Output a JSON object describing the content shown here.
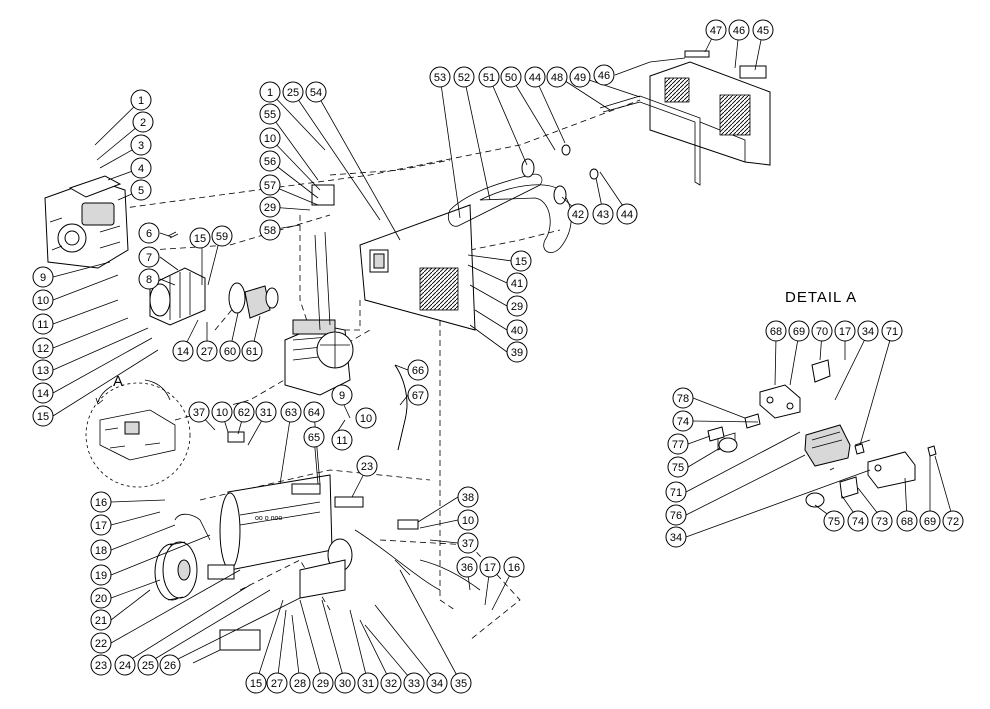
{
  "detail_title": "DETAIL  A",
  "detail_marker": "A",
  "labels": {
    "c1": "1",
    "c2": "2",
    "c3": "3",
    "c4": "4",
    "c5": "5",
    "c6": "6",
    "c7": "7",
    "c8": "8",
    "c9a": "9",
    "c10a": "10",
    "c11a": "11",
    "c12": "12",
    "c13": "13",
    "c14a": "14",
    "c15a": "15",
    "c15b": "15",
    "c59": "59",
    "c14b": "14",
    "c27a": "27",
    "c60": "60",
    "c61": "61",
    "c1b": "1",
    "c25a": "25",
    "c54": "54",
    "c55": "55",
    "c10b": "10",
    "c56": "56",
    "c57": "57",
    "c29a": "29",
    "c58": "58",
    "c53": "53",
    "c52": "52",
    "c51": "51",
    "c50": "50",
    "c44a": "44",
    "c48": "48",
    "c49": "49",
    "c46a": "46",
    "c47": "47",
    "c46b": "46",
    "c45": "45",
    "c42": "42",
    "c43": "43",
    "c44b": "44",
    "c15c": "15",
    "c41": "41",
    "c29b": "29",
    "c40": "40",
    "c39": "39",
    "c66": "66",
    "c67": "67",
    "c9b": "9",
    "c10c": "10",
    "c11b": "11",
    "c37a": "37",
    "c10d": "10",
    "c62": "62",
    "c31a": "31",
    "c63": "63",
    "c64": "64",
    "c65": "65",
    "c23a": "23",
    "c16a": "16",
    "c17a": "17",
    "c18": "18",
    "c19": "19",
    "c20": "20",
    "c21": "21",
    "c22": "22",
    "c23b": "23",
    "c24": "24",
    "c25b": "25",
    "c26": "26",
    "c38": "38",
    "c10e": "10",
    "c37b": "37",
    "c36": "36",
    "c17b": "17",
    "c16b": "16",
    "c15d": "15",
    "c27b": "27",
    "c28": "28",
    "c29c": "29",
    "c30": "30",
    "c31b": "31",
    "c32": "32",
    "c33": "33",
    "c34a": "34",
    "c35": "35",
    "d68a": "68",
    "d69a": "69",
    "d70": "70",
    "d17": "17",
    "d34a": "34",
    "d71a": "71",
    "d78": "78",
    "d74a": "74",
    "d77": "77",
    "d75a": "75",
    "d71b": "71",
    "d76": "76",
    "d34b": "34",
    "d75b": "75",
    "d74b": "74",
    "d73": "73",
    "d68b": "68",
    "d69b": "69",
    "d72": "72"
  }
}
